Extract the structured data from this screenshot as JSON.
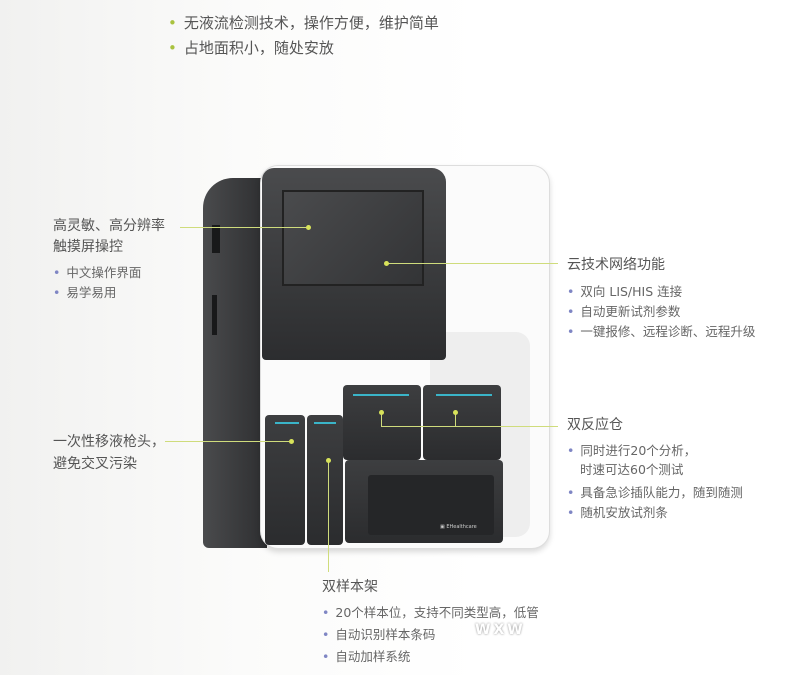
{
  "top_features": [
    "无液流检测技术，操作方便，维护简单",
    "占地面积小，随处安放"
  ],
  "screen_callout": {
    "title_line1": "高灵敏、高分辨率",
    "title_line2": "触摸屏操控",
    "bullets": [
      "中文操作界面",
      "易学易用"
    ]
  },
  "tips_callout": {
    "title_line1": "一次性移液枪头，",
    "title_line2": "避免交叉污染"
  },
  "cloud_callout": {
    "title": "云技术网络功能",
    "bullets": [
      "双向 LIS/HIS 连接",
      "自动更新试剂参数",
      "一键报修、远程诊断、远程升级"
    ]
  },
  "reaction_callout": {
    "title": "双反应仓",
    "bullets": [
      "同时进行20个分析，",
      "具备急诊插队能力，随到随测",
      "随机安放试剂条"
    ],
    "continuation": "时速可达60个测试"
  },
  "rack_callout": {
    "title": "双样本架",
    "bullets": [
      "20个样本位，支持不同类型高，低管",
      "自动识别样本条码",
      "自动加样系统"
    ]
  },
  "watermark": "WXW",
  "logo": "EHealthcare",
  "colors": {
    "callout_line": "#cfdc7c",
    "bullet_blue": "#7f86c4",
    "bullet_green": "#a9c23f",
    "screen": "#3a3b3d"
  }
}
